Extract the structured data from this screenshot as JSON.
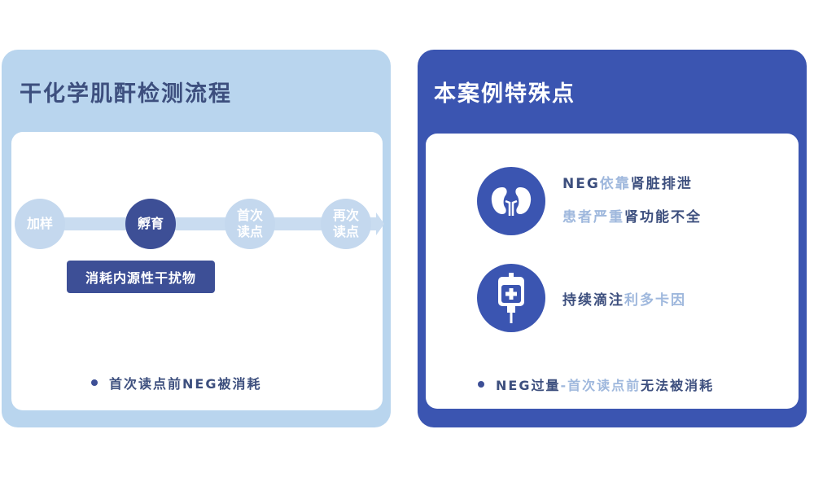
{
  "left_panel": {
    "title": "干化学肌酐检测流程",
    "steps": [
      {
        "label": "加样"
      },
      {
        "label": "孵育"
      },
      {
        "label": "首次\n读点"
      },
      {
        "label": "再次\n读点"
      }
    ],
    "tag": "消耗内源性干扰物",
    "note": "首次读点前NEG被消耗"
  },
  "right_panel": {
    "title": "本案例特殊点",
    "feature1": {
      "icon": "kidneys-icon",
      "line1_a": "NEG",
      "line1_b": "依靠",
      "line1_c": "肾脏排泄",
      "line2_a": "患者严重",
      "line2_b": "肾功能不全"
    },
    "feature2": {
      "icon": "iv-drip-bag-icon",
      "line1_a": "持续滴注",
      "line1_b": "利多卡因"
    },
    "note_a": "NEG过量",
    "note_b": "-首次读点前",
    "note_c": "无法被消耗"
  },
  "colors": {
    "left_panel_bg": "#b9d5ee",
    "right_panel_bg": "#3b55b1",
    "dark_navy": "#3d4f96",
    "light_blue": "#c4d8ee",
    "muted_text": "#9fb8dd"
  }
}
